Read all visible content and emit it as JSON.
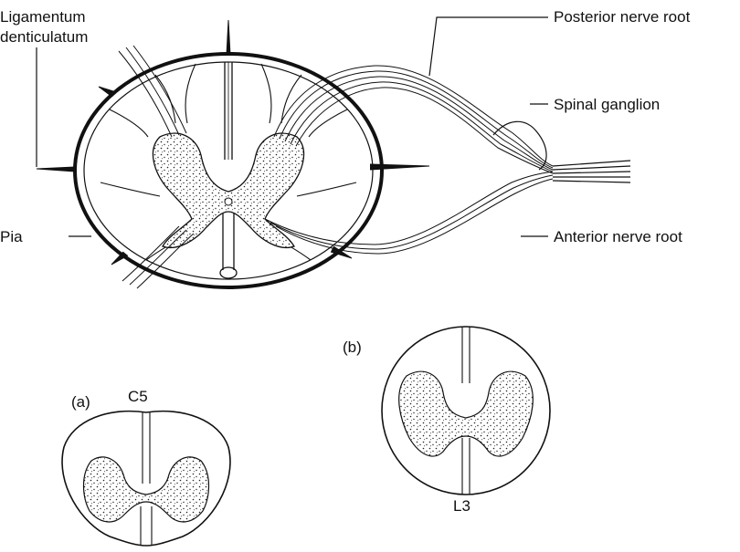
{
  "labels": {
    "ligamentum_line1": "Ligamentum",
    "ligamentum_line2": "denticulatum",
    "pia": "Pia",
    "posterior_root": "Posterior nerve root",
    "spinal_ganglion": "Spinal ganglion",
    "anterior_root": "Anterior nerve root",
    "section_a": "(a)",
    "section_a_level": "C5",
    "section_b": "(b)",
    "section_b_level": "L3"
  }
}
